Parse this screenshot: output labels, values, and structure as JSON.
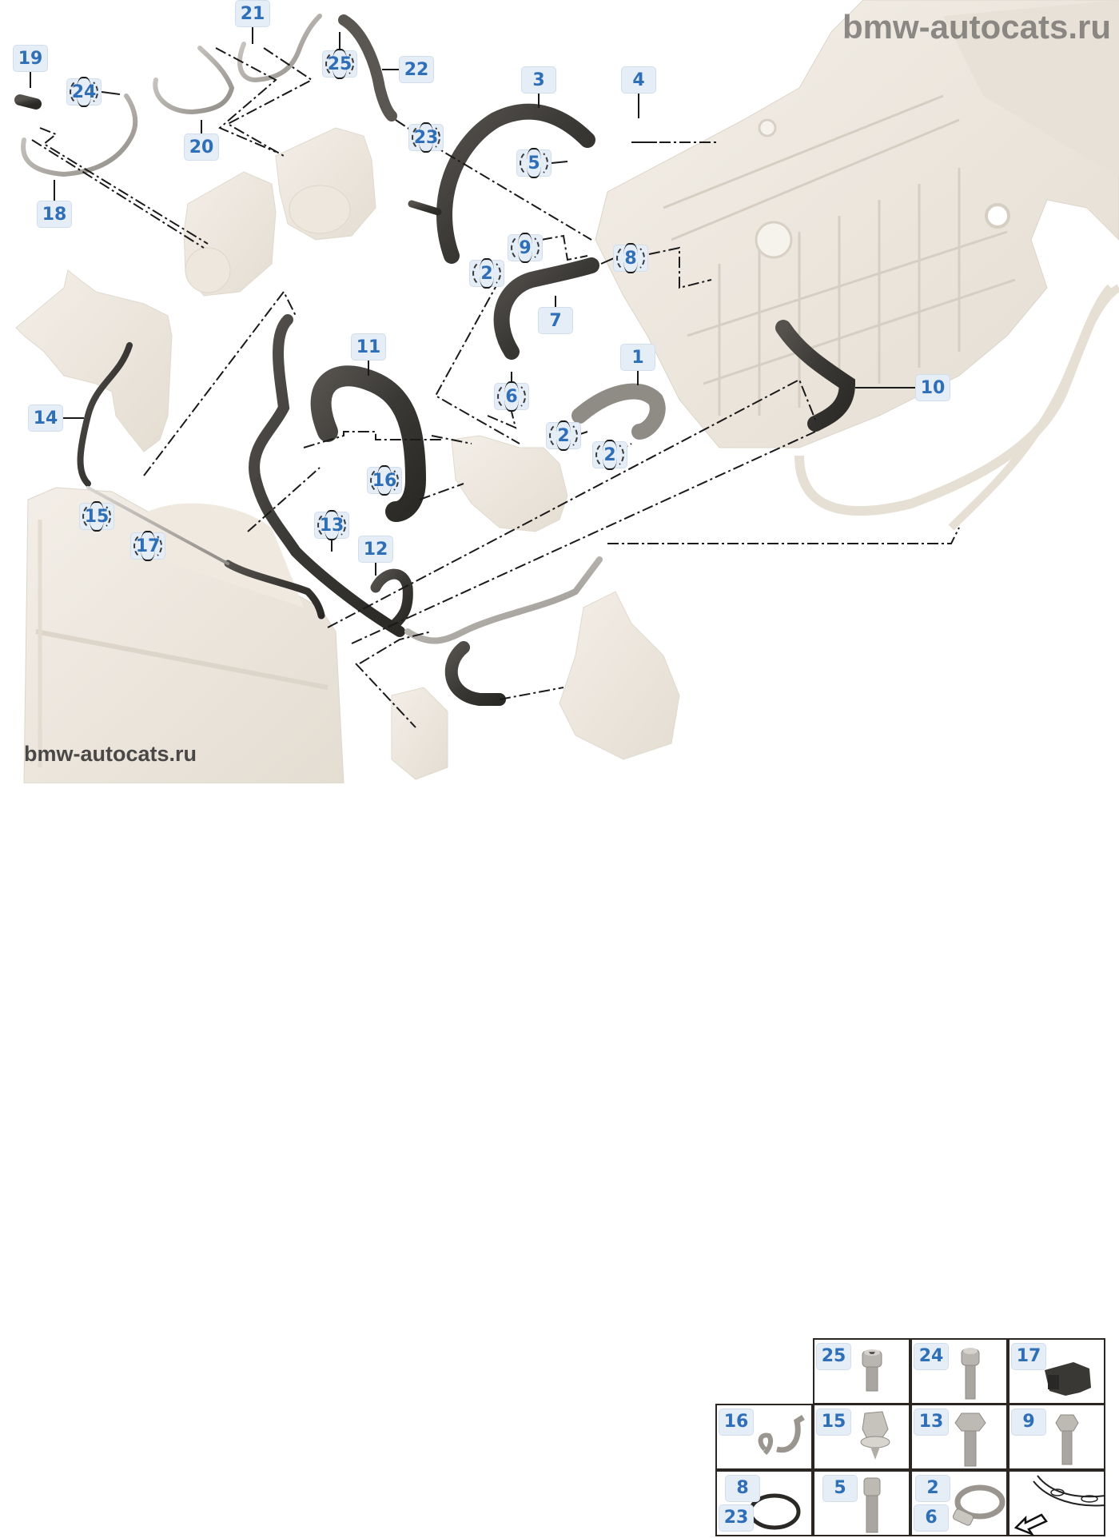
{
  "diagram": {
    "title": "Cooling system - coolant hoses (exploded parts diagram)",
    "watermark_top": "bmw-autocats.ru",
    "watermark_bottom": "bmw-autocats.ru",
    "colors": {
      "callout_fill": "#e5edf7",
      "callout_border": "#d3deec",
      "callout_text": "#2f6fb8",
      "hose": "#3b3936",
      "housing": "#ede6dc",
      "leader": "#1a1a1a"
    },
    "callouts": [
      {
        "id": "c19",
        "label": "19",
        "part": "hose-bracket",
        "circled": false
      },
      {
        "id": "c24",
        "label": "24",
        "part": "screw",
        "circled": true
      },
      {
        "id": "c21",
        "label": "21",
        "part": "feed-line",
        "circled": false
      },
      {
        "id": "c25",
        "label": "25",
        "part": "screw",
        "circled": true
      },
      {
        "id": "c22",
        "label": "22",
        "part": "return-line",
        "circled": false
      },
      {
        "id": "c20",
        "label": "20",
        "part": "feed-line",
        "circled": false
      },
      {
        "id": "c18",
        "label": "18",
        "part": "return-line",
        "circled": false
      },
      {
        "id": "c23",
        "label": "23",
        "part": "seal-ring",
        "circled": true
      },
      {
        "id": "c3",
        "label": "3",
        "part": "hose",
        "circled": false
      },
      {
        "id": "c4",
        "label": "4",
        "part": "gasket",
        "circled": false
      },
      {
        "id": "c5",
        "label": "5",
        "part": "bolt",
        "circled": true
      },
      {
        "id": "c9",
        "label": "9",
        "part": "bolt",
        "circled": true
      },
      {
        "id": "c8",
        "label": "8",
        "part": "seal-ring",
        "circled": true
      },
      {
        "id": "c2a",
        "label": "2",
        "part": "hose-clamp",
        "circled": true
      },
      {
        "id": "c7",
        "label": "7",
        "part": "hose",
        "circled": false
      },
      {
        "id": "c11",
        "label": "11",
        "part": "hose",
        "circled": false
      },
      {
        "id": "c1",
        "label": "1",
        "part": "hose",
        "circled": false
      },
      {
        "id": "c6",
        "label": "6",
        "part": "hose-clamp",
        "circled": true
      },
      {
        "id": "c10",
        "label": "10",
        "part": "hose",
        "circled": false
      },
      {
        "id": "c14",
        "label": "14",
        "part": "vent-hose",
        "circled": false
      },
      {
        "id": "c2b",
        "label": "2",
        "part": "hose-clamp",
        "circled": true
      },
      {
        "id": "c2c",
        "label": "2",
        "part": "hose-clamp",
        "circled": true
      },
      {
        "id": "c16",
        "label": "16",
        "part": "clip",
        "circled": true
      },
      {
        "id": "c15",
        "label": "15",
        "part": "expanding-rivet",
        "circled": true
      },
      {
        "id": "c13",
        "label": "13",
        "part": "bolt",
        "circled": true
      },
      {
        "id": "c12",
        "label": "12",
        "part": "hose",
        "circled": false
      },
      {
        "id": "c17",
        "label": "17",
        "part": "holder",
        "circled": true
      }
    ],
    "parts_table": {
      "cells": [
        {
          "labels": [
            "25"
          ],
          "part": "socket-head-screw-short"
        },
        {
          "labels": [
            "24"
          ],
          "part": "socket-head-screw-long"
        },
        {
          "labels": [
            "17"
          ],
          "part": "rubber-holder"
        },
        {
          "labels": [
            "16"
          ],
          "part": "double-clip"
        },
        {
          "labels": [
            "15"
          ],
          "part": "expanding-rivet"
        },
        {
          "labels": [
            "13"
          ],
          "part": "hex-flange-bolt"
        },
        {
          "labels": [
            "9"
          ],
          "part": "hex-bolt"
        },
        {
          "labels": [
            "8",
            "23"
          ],
          "part": "o-ring"
        },
        {
          "labels": [
            "5"
          ],
          "part": "torx-bolt"
        },
        {
          "labels": [
            "2",
            "6"
          ],
          "part": "hose-clamp"
        },
        {
          "labels": [],
          "part": "vehicle-direction-indicator"
        }
      ]
    }
  }
}
